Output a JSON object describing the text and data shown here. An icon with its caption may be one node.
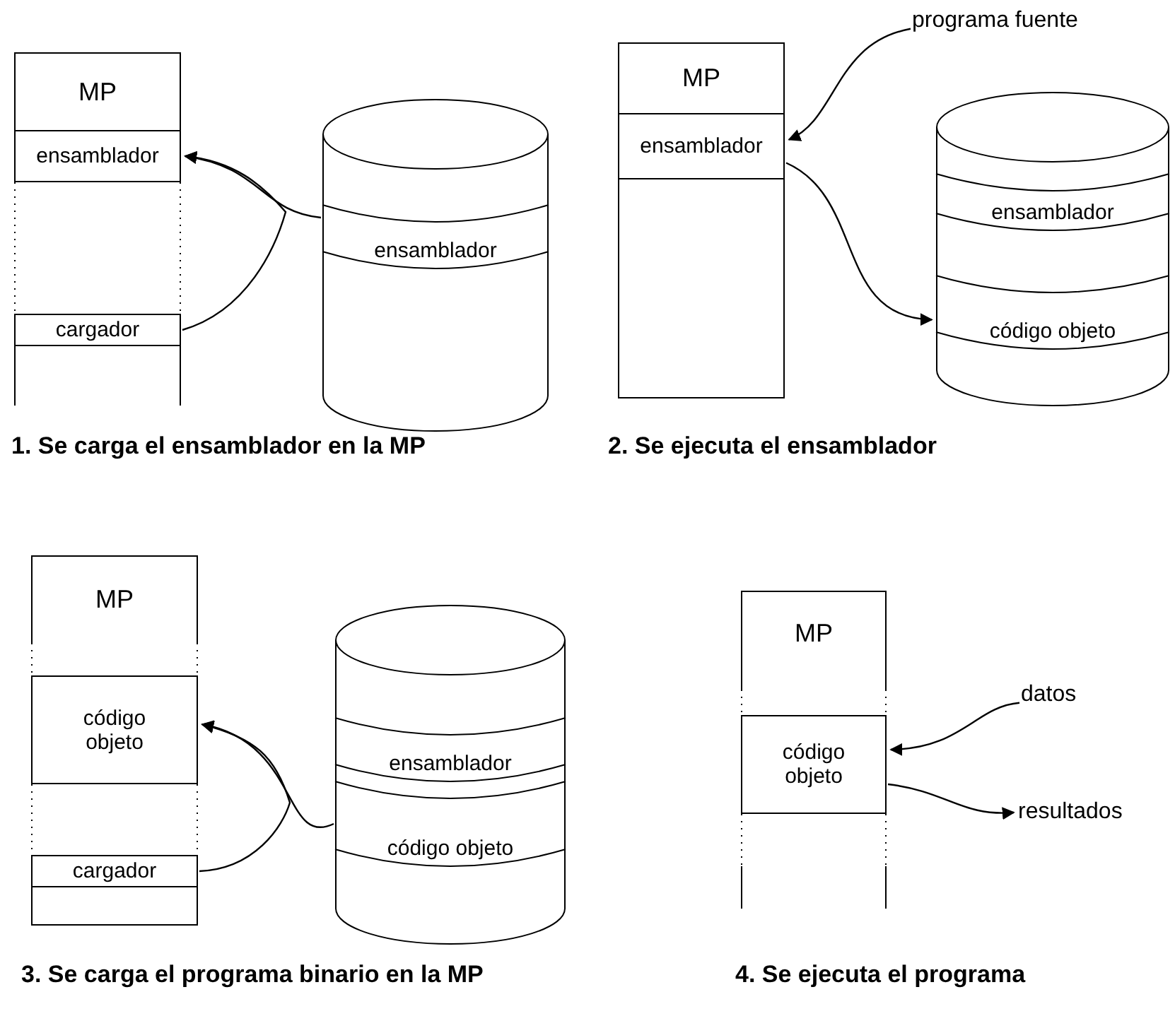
{
  "diagram": {
    "nodes": [
      {
        "text": [
          "MP"
        ]
      },
      {
        "text": [
          "ensamblador"
        ],
        "in": 0
      },
      {
        "text": [
          "cargador"
        ],
        "in": 0
      },
      {
        "text": [],
        "shape": "cylinder"
      },
      {
        "text": [
          "ensamblador"
        ],
        "in": 3
      },
      {
        "text": [
          "MP"
        ]
      },
      {
        "text": [
          "ensamblador"
        ],
        "in": 5
      },
      {
        "text": [],
        "shape": "cylinder"
      },
      {
        "text": [
          "ensamblador"
        ],
        "in": 7
      },
      {
        "text": [
          "código objeto"
        ],
        "in": 7
      },
      {
        "text": [
          "programa  fuente"
        ]
      },
      {
        "text": [
          "MP"
        ]
      },
      {
        "text": [
          "código objeto"
        ],
        "in": 11
      },
      {
        "text": [
          "cargador"
        ],
        "in": 11
      },
      {
        "text": [],
        "shape": "cylinder"
      },
      {
        "text": [
          "ensamblador"
        ],
        "in": 14
      },
      {
        "text": [
          "código objeto"
        ],
        "in": 14
      },
      {
        "text": [
          "MP"
        ]
      },
      {
        "text": [
          "código objeto"
        ],
        "in": 17
      },
      {
        "text": [
          "datos"
        ]
      },
      {
        "text": [
          "resultados"
        ]
      }
    ],
    "edges": [
      {
        "from": 4,
        "to": 1,
        "arrow": "to"
      },
      {
        "from": 2,
        "to": 1,
        "arrow": "to"
      },
      {
        "from": 10,
        "to": 6,
        "arrow": "to"
      },
      {
        "from": 6,
        "to": 9,
        "arrow": "to"
      },
      {
        "from": 16,
        "to": 12,
        "arrow": "to"
      },
      {
        "from": 13,
        "to": 12,
        "arrow": "to"
      },
      {
        "from": 19,
        "to": 18,
        "arrow": "to"
      },
      {
        "from": 18,
        "to": 20,
        "arrow": "to"
      }
    ],
    "labels": [
      "1. Se carga el ensamblador en la MP",
      "2. Se ejecuta el ensamblador",
      "3. Se carga el programa binario en la MP",
      "4. Se ejecuta el programa"
    ]
  }
}
